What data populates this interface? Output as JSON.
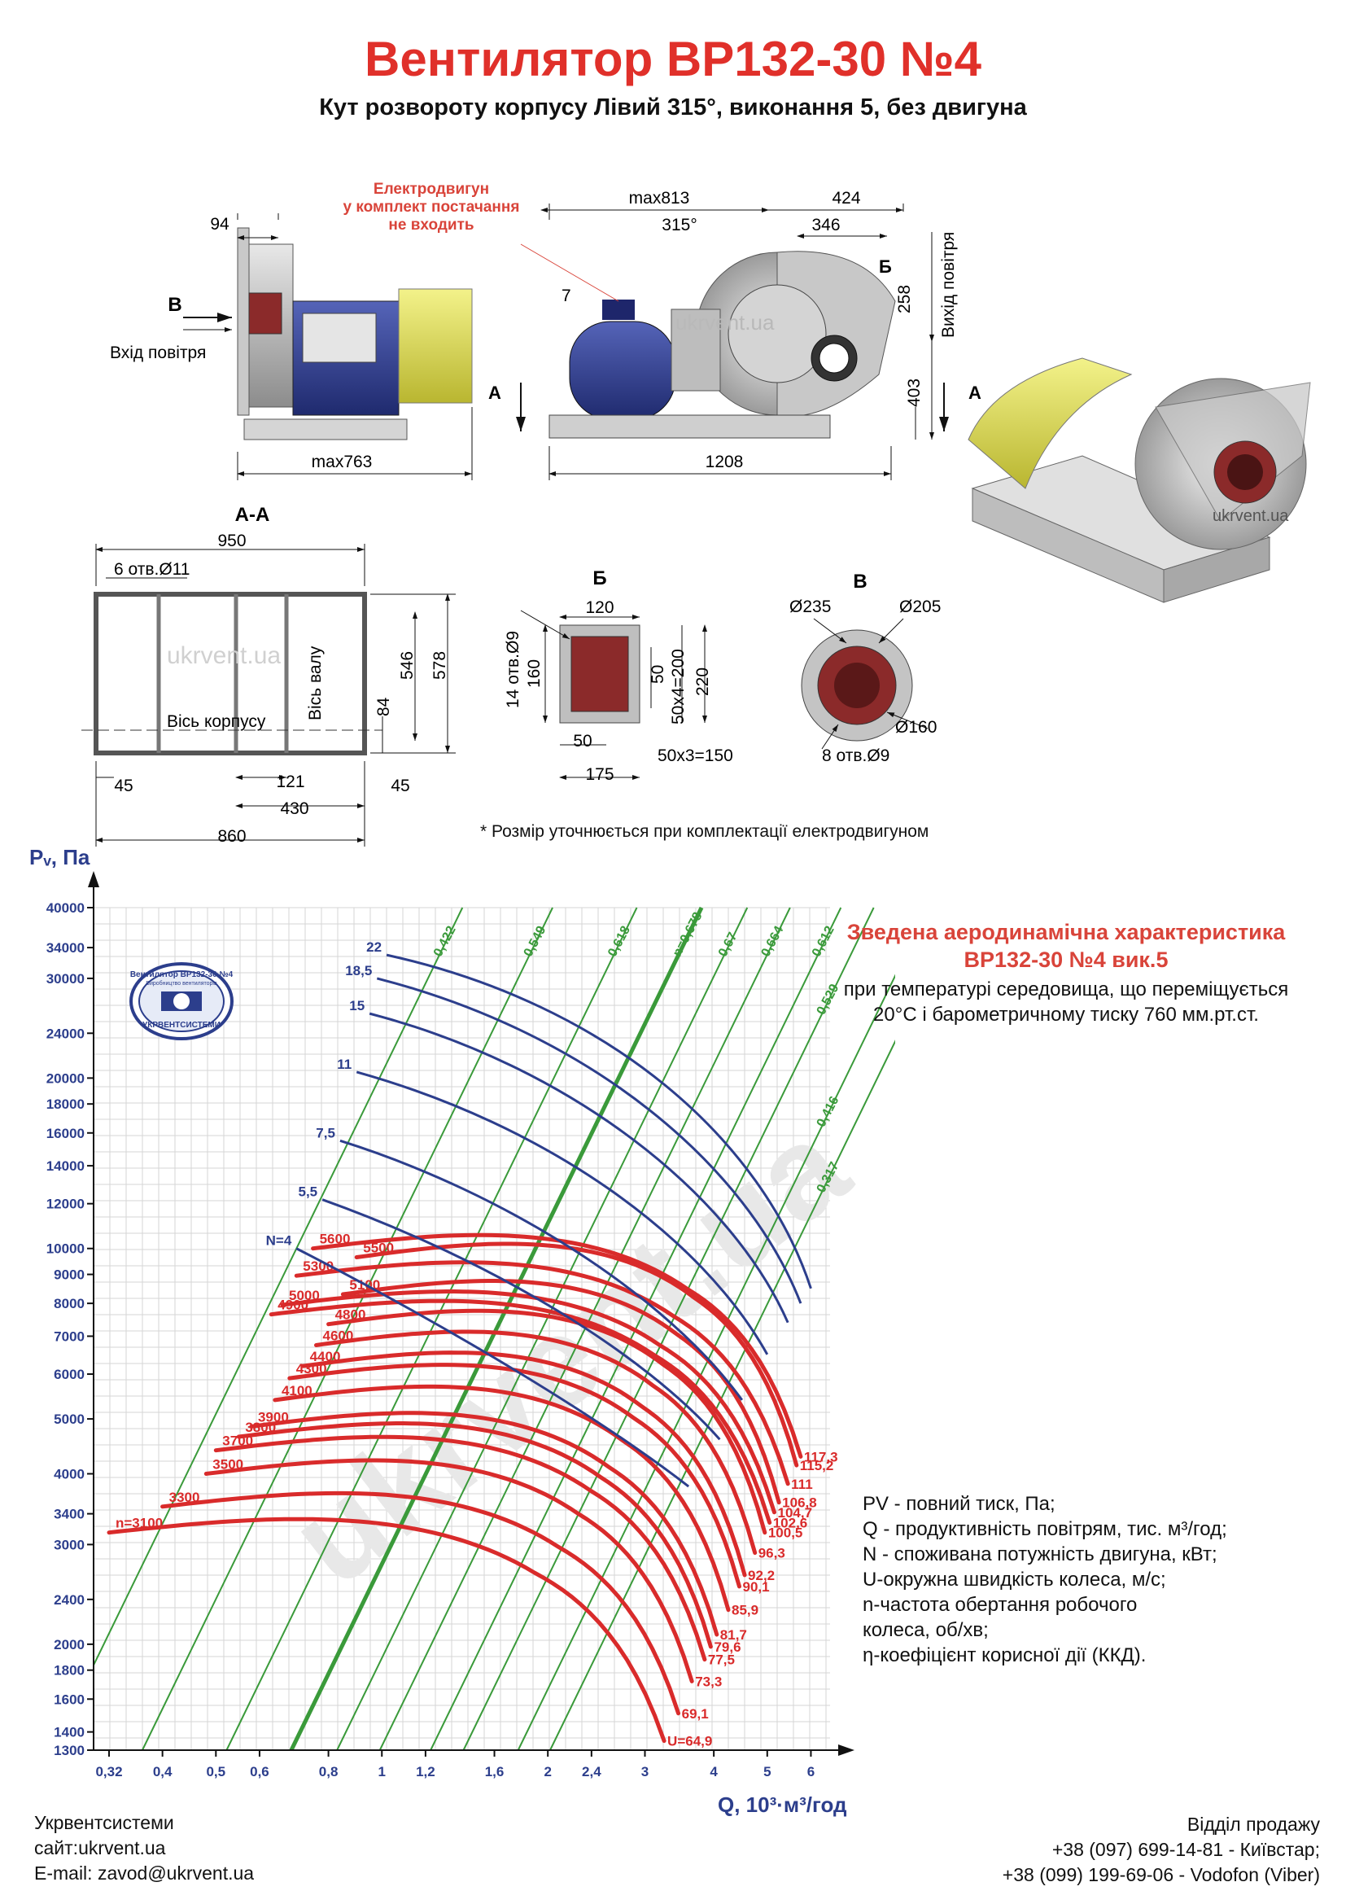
{
  "header": {
    "title": "Вентилятор ВР132-30 №4",
    "subtitle": "Кут розвороту корпусу Лівий 315°, виконання 5, без двигуна"
  },
  "drawings": {
    "motor_note": [
      "Електродвигун",
      "у комплект постачання",
      "не входить"
    ],
    "side_view": {
      "dim_top": "94",
      "dim_bottom": "max763",
      "arrow_label": "В",
      "inlet_label": "Вхід повітря"
    },
    "front_view": {
      "dim_max": "max813",
      "dim_424": "424",
      "dim_346": "346",
      "angle": "315°",
      "dim_7": "7",
      "label_b": "Б",
      "dim_258": "258",
      "outlet_label": "Вихід повітря",
      "dim_403": "403",
      "label_a": "А",
      "dim_1208": "1208"
    },
    "section_aa": {
      "title": "А-А",
      "dim_950": "950",
      "holes": "6 отв.Ø11",
      "dim_546": "546",
      "dim_578": "578",
      "shaft_axis": "Вісь валу",
      "casing_axis": "Вісь   корпусу",
      "dim_84": "84",
      "dim_45a": "45",
      "dim_121": "121",
      "dim_45b": "45",
      "dim_430": "430",
      "dim_860": "860"
    },
    "flange_b": {
      "title": "Б",
      "dim_120": "120",
      "holes": "14 отв.Ø9",
      "dim_160": "160",
      "dim_50v": "50",
      "dim_50x4": "50x4=200",
      "dim_220": "220",
      "dim_50h": "50",
      "dim_50x3": "50x3=150",
      "dim_175": "175"
    },
    "flange_v": {
      "title": "В",
      "d235": "Ø235",
      "d205": "Ø205",
      "d160": "Ø160",
      "holes": "8 отв.Ø9"
    },
    "footnote": "* Розмір уточнюється при комплектації електродвигуном",
    "watermark": "ukrvent.ua"
  },
  "chart_data": {
    "type": "line",
    "title": "Зведена аеродинамічна характеристика ВР132-30 №4 вик.5",
    "subtitle": "при температурі середовища, що переміщується 20°С і барометричному тиску 760 мм.рт.ст.",
    "xlabel": "Q, 10³·м³/год",
    "ylabel": "Pᵥ, Па",
    "x_scale": "log",
    "y_scale": "log",
    "xlim": [
      0.3,
      6.5
    ],
    "ylim": [
      1300,
      40000
    ],
    "x_ticks": [
      "0,32",
      "0,4",
      "0,5",
      "0,6",
      "0,8",
      "1",
      "1,2",
      "1,6",
      "2",
      "2,4",
      "3",
      "4",
      "5",
      "6"
    ],
    "x_tick_values": [
      0.32,
      0.4,
      0.5,
      0.6,
      0.8,
      1,
      1.2,
      1.6,
      2,
      2.4,
      3,
      4,
      5,
      6
    ],
    "y_ticks": [
      "1300",
      "1400",
      "1600",
      "1800",
      "2000",
      "2400",
      "3000",
      "3400",
      "4000",
      "5000",
      "6000",
      "7000",
      "8000",
      "9000",
      "10000",
      "12000",
      "14000",
      "16000",
      "18000",
      "20000",
      "24000",
      "30000",
      "34000",
      "40000"
    ],
    "y_tick_values": [
      1300,
      1400,
      1600,
      1800,
      2000,
      2400,
      3000,
      3400,
      4000,
      5000,
      6000,
      7000,
      8000,
      9000,
      10000,
      12000,
      14000,
      16000,
      18000,
      20000,
      24000,
      30000,
      34000,
      40000
    ],
    "speed_curves": [
      {
        "n": "n=3100",
        "u": "U=64,9",
        "q0": 0.32,
        "p0": 3150,
        "qmax": 3.25,
        "pend": 1350
      },
      {
        "n": "3300",
        "u": "69,1",
        "q0": 0.4,
        "p0": 3500,
        "qmax": 3.45,
        "pend": 1510
      },
      {
        "n": "3500",
        "u": "73,3",
        "q0": 0.48,
        "p0": 4000,
        "qmax": 3.65,
        "pend": 1720
      },
      {
        "n": "3700",
        "u": "77,5",
        "q0": 0.5,
        "p0": 4400,
        "qmax": 3.85,
        "pend": 1880
      },
      {
        "n": "3800",
        "u": "79,6",
        "q0": 0.55,
        "p0": 4650,
        "qmax": 3.95,
        "pend": 1980
      },
      {
        "n": "3900",
        "u": "81,7",
        "q0": 0.58,
        "p0": 4850,
        "qmax": 4.05,
        "pend": 2080
      },
      {
        "n": "4100",
        "u": "85,9",
        "q0": 0.64,
        "p0": 5400,
        "qmax": 4.25,
        "pend": 2300
      },
      {
        "n": "4300",
        "u": "90,1",
        "q0": 0.68,
        "p0": 5900,
        "qmax": 4.45,
        "pend": 2530
      },
      {
        "n": "4400",
        "u": "92,2",
        "q0": 0.72,
        "p0": 6200,
        "qmax": 4.55,
        "pend": 2650
      },
      {
        "n": "4600",
        "u": "96,3",
        "q0": 0.76,
        "p0": 6750,
        "qmax": 4.75,
        "pend": 2900
      },
      {
        "n": "4800",
        "u": "100,5",
        "q0": 0.8,
        "p0": 7350,
        "qmax": 4.95,
        "pend": 3150
      },
      {
        "n": "4900",
        "u": "102,6",
        "q0": 0.63,
        "p0": 7650,
        "qmax": 5.05,
        "pend": 3280
      },
      {
        "n": "5000",
        "u": "104,7",
        "q0": 0.66,
        "p0": 7950,
        "qmax": 5.15,
        "pend": 3420
      },
      {
        "n": "5100",
        "u": "106,8",
        "q0": 0.85,
        "p0": 8300,
        "qmax": 5.25,
        "pend": 3560
      },
      {
        "n": "5300",
        "u": "111",
        "q0": 0.7,
        "p0": 8950,
        "qmax": 5.45,
        "pend": 3840
      },
      {
        "n": "5500",
        "u": "115,2",
        "q0": 0.9,
        "p0": 9650,
        "qmax": 5.65,
        "pend": 4140
      },
      {
        "n": "5600",
        "u": "117,3",
        "q0": 0.75,
        "p0": 10000,
        "qmax": 5.75,
        "pend": 4290
      }
    ],
    "power_curves": [
      {
        "label": "N=4",
        "q0": 0.7,
        "p0": 10000,
        "q1": 1.35,
        "p1": 7200,
        "q2": 2.5,
        "p2": 5000,
        "q3": 3.6,
        "p3": 3800
      },
      {
        "label": "5,5",
        "q0": 0.78,
        "p0": 12200,
        "q1": 1.6,
        "p1": 9500,
        "q2": 3.0,
        "p2": 6500,
        "q3": 4.1,
        "p3": 4600
      },
      {
        "label": "7,5",
        "q0": 0.84,
        "p0": 15500,
        "q1": 1.7,
        "p1": 12500,
        "q2": 3.3,
        "p2": 8200,
        "q3": 4.5,
        "p3": 5400
      },
      {
        "label": "11",
        "q0": 0.9,
        "p0": 20500,
        "q1": 2.0,
        "p1": 16500,
        "q2": 3.8,
        "p2": 10500,
        "q3": 5.0,
        "p3": 6500
      },
      {
        "label": "15",
        "q0": 0.95,
        "p0": 26000,
        "q1": 2.2,
        "p1": 21000,
        "q2": 4.3,
        "p2": 12500,
        "q3": 5.45,
        "p3": 7400
      },
      {
        "label": "18,5",
        "q0": 0.98,
        "p0": 30000,
        "q1": 2.4,
        "p1": 24000,
        "q2": 4.6,
        "p2": 14000,
        "q3": 5.75,
        "p3": 8000
      },
      {
        "label": "22",
        "q0": 1.02,
        "p0": 33000,
        "q1": 2.6,
        "p1": 27000,
        "q2": 4.9,
        "p2": 15500,
        "q3": 6.0,
        "p3": 8500
      }
    ],
    "efficiency_lines": [
      "0,422",
      "0,549",
      "0,618",
      "n=0,678",
      "0,67",
      "0,664",
      "0,612",
      "0,529",
      "0,416",
      "0,317"
    ],
    "efficiency_q_at_10000": [
      0.7,
      1.02,
      1.45,
      1.9,
      2.3,
      2.75,
      3.4,
      3.9,
      4.9,
      5.6
    ],
    "colors": {
      "speed": "#d92b2b",
      "power": "#2c3e8c",
      "efficiency": "#3a9a3a",
      "grid": "#d6d6d6"
    }
  },
  "badge": {
    "top": "Вентилятор ВР132-30 №4",
    "bottom": "УКРВЕНТСИСТЕМИ",
    "inner": "Виробництво вентиляторів"
  },
  "legend": [
    "PV - повний тиск, Па;",
    "Q - продуктивність повітрям, тис. м³/год;",
    "N - споживана потужність двигуна, кВт;",
    "U-окружна швидкість колеса, м/с;",
    "n-частота обертання робочого",
    "колеса, об/хв;",
    "η-коефіцієнт корисної дії (ККД)."
  ],
  "footer": {
    "company": "Укрвентсистеми",
    "site": "сайт:ukrvent.ua",
    "email": "E-mail: zavod@ukrvent.ua",
    "sales": "Відділ продажу",
    "phone1": "+38 (097) 699-14-81 - Київстар;",
    "phone2": "+38 (099) 199-69-06 - Vodofon (Viber)"
  }
}
